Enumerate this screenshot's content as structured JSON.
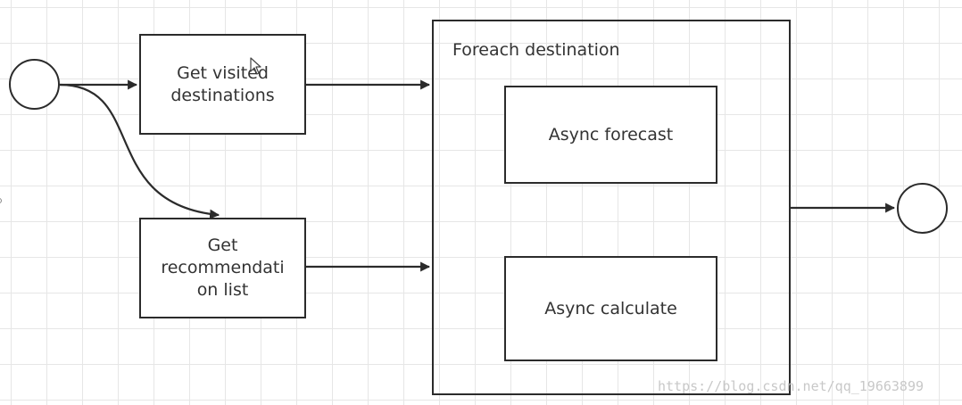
{
  "diagram": {
    "nodes": {
      "start": {
        "label": ""
      },
      "visited": {
        "label": "Get visited destinations"
      },
      "recommend": {
        "label": "Get recommendation list",
        "lines": [
          "Get",
          "recommendati",
          "on list"
        ]
      },
      "foreach": {
        "label": "Foreach destination"
      },
      "forecast": {
        "label": "Async forecast"
      },
      "calculate": {
        "label": "Async calculate"
      },
      "end": {
        "label": ""
      }
    },
    "edges": [
      {
        "from": "start",
        "to": "visited"
      },
      {
        "from": "start",
        "to": "recommend"
      },
      {
        "from": "visited",
        "to": "foreach"
      },
      {
        "from": "recommend",
        "to": "foreach"
      },
      {
        "from": "foreach",
        "to": "end"
      }
    ],
    "watermark": "https://blog.csdn.net/qq_19663899"
  },
  "icons": {
    "cursor": "mouse-pointer-icon"
  },
  "colors": {
    "stroke": "#2b2b2b",
    "text": "#333333",
    "grid": "#e6e6e6",
    "watermark": "#c8c8c8"
  }
}
